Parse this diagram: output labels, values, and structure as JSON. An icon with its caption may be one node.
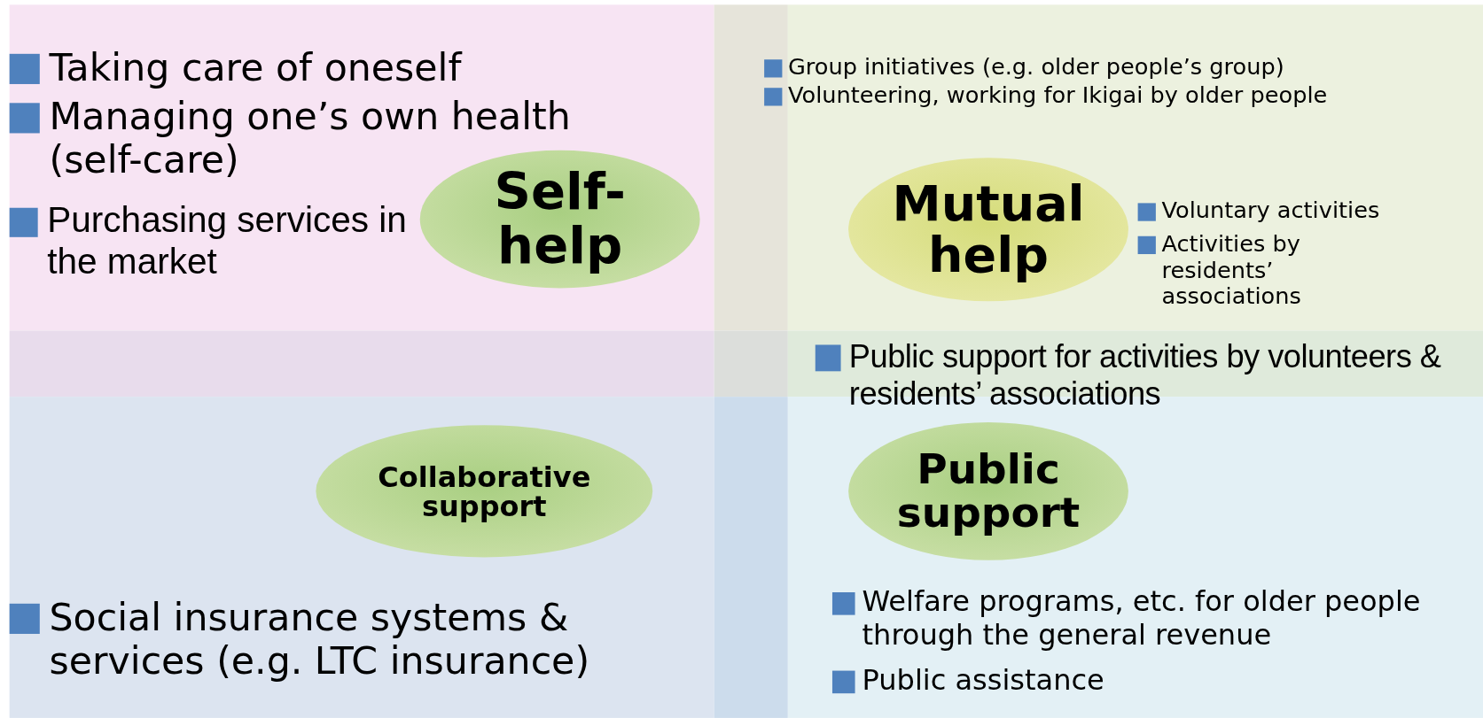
{
  "diagram": {
    "nodes": [
      {
        "text": [
          "Self- help"
        ]
      },
      {
        "text": [
          "Mutual help"
        ]
      },
      {
        "text": [
          "Collaborative support"
        ]
      },
      {
        "text": [
          "Public support"
        ]
      }
    ],
    "labels": [
      "Taking care of oneself",
      "Managing one’s own health (self-care)",
      "Purchasing services in the market",
      "Group initiatives (e.g. older people’s group)",
      "Volunteering, working for Ikigai by older people",
      "Voluntary activities",
      "Activities by residents’ associations",
      "Public support for activities by volunteers & residents’ associations",
      "Social insurance systems & services (e.g. LTC insurance)",
      "Welfare programs, etc. for older people through the general revenue",
      "Public assistance"
    ]
  }
}
